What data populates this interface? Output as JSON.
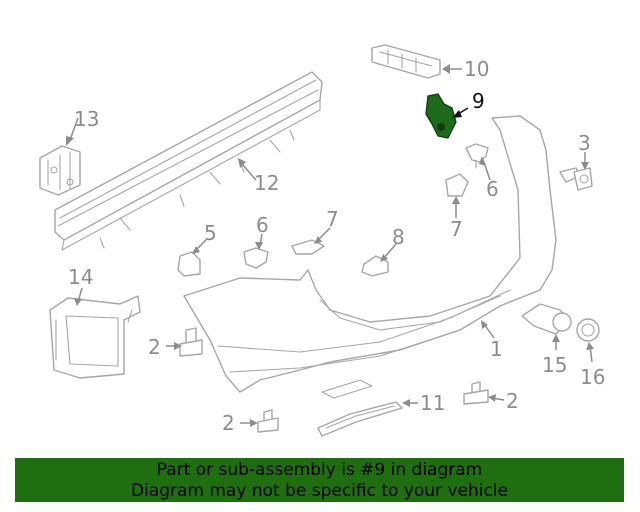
{
  "diagram": {
    "callouts": [
      "1",
      "2",
      "2",
      "2",
      "3",
      "5",
      "6",
      "6",
      "7",
      "7",
      "8",
      "9",
      "10",
      "11",
      "12",
      "13",
      "14",
      "15",
      "16"
    ],
    "highlighted_part": "9",
    "colors": {
      "part_stroke": "#a6a6a6",
      "label": "#8c8c8c",
      "highlight": "#1d6a1d",
      "banner": "#1f6e0f"
    }
  },
  "banner": {
    "line1": "Part or sub-assembly is #9 in diagram",
    "line2": "Diagram may not be specific to your vehicle"
  }
}
